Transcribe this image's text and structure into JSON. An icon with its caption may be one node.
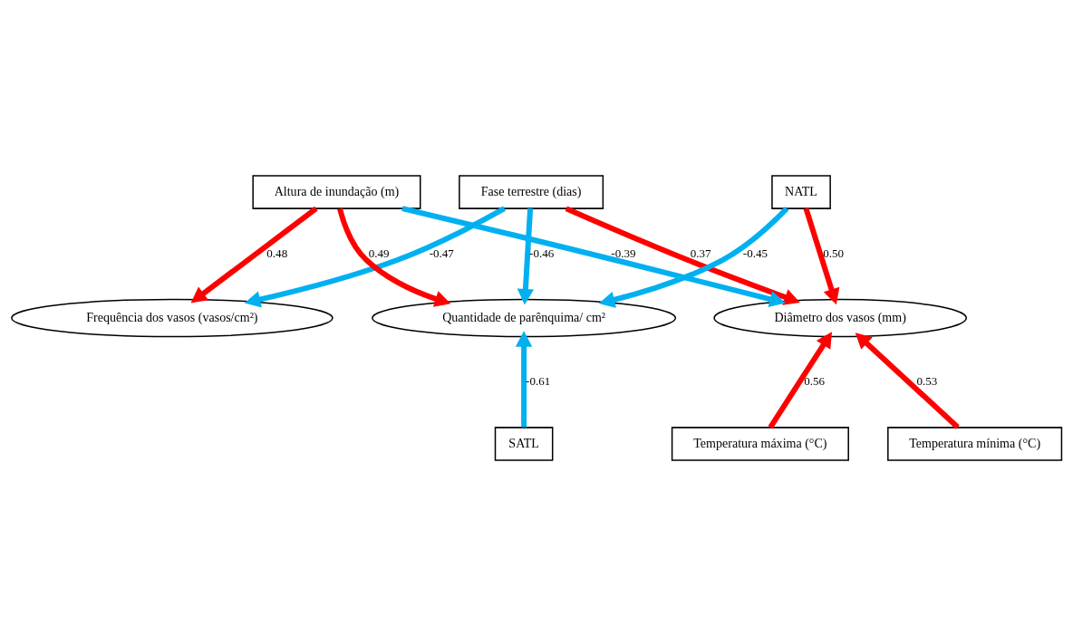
{
  "diagram": {
    "nodes": [
      {
        "text": [
          "Fase terrestre (dias)"
        ]
      },
      {
        "text": [
          "NATL"
        ]
      },
      {
        "text": [
          "Altura de inundação (m)"
        ]
      },
      {
        "text": [
          "Diâmetro dos vasos (mm)"
        ]
      },
      {
        "text": [
          "Frequência dos vasos (vasos/cm²)"
        ]
      },
      {
        "text": [
          "Quantidade de parênquima/ cm²"
        ]
      },
      {
        "text": [
          "Temperatura máxima (°C)"
        ]
      },
      {
        "text": [
          "Temperatura mínima (°C)"
        ]
      },
      {
        "text": [
          "SATL"
        ]
      }
    ],
    "edges": [
      {
        "from": 0,
        "to": 3,
        "arrow": "to",
        "label": "0.37",
        "color": "#ff0000"
      },
      {
        "from": 1,
        "to": 3,
        "arrow": "to",
        "label": "0.50",
        "color": "#ff0000"
      },
      {
        "from": 2,
        "to": 3,
        "arrow": "to",
        "label": "-0.39",
        "color": "#00b0f0"
      },
      {
        "from": 2,
        "to": 4,
        "arrow": "to",
        "label": "0.48",
        "color": "#ff0000"
      },
      {
        "from": 2,
        "to": 5,
        "arrow": "to",
        "label": "0.49",
        "color": "#ff0000"
      },
      {
        "from": 1,
        "to": 5,
        "arrow": "to",
        "label": "-0.45",
        "color": "#00b0f0"
      },
      {
        "from": 6,
        "to": 3,
        "arrow": "to",
        "label": "0.56",
        "color": "#ff0000"
      },
      {
        "from": 7,
        "to": 3,
        "arrow": "to",
        "label": "0.53",
        "color": "#ff0000"
      },
      {
        "from": 8,
        "to": 5,
        "arrow": "to",
        "label": "-0.61",
        "color": "#00b0f0"
      },
      {
        "from": 0,
        "to": 4,
        "arrow": "to",
        "label": "-0.47",
        "color": "#00b0f0"
      },
      {
        "from": 0,
        "to": 5,
        "arrow": "to",
        "label": "-0.46",
        "color": "#00b0f0"
      }
    ]
  }
}
